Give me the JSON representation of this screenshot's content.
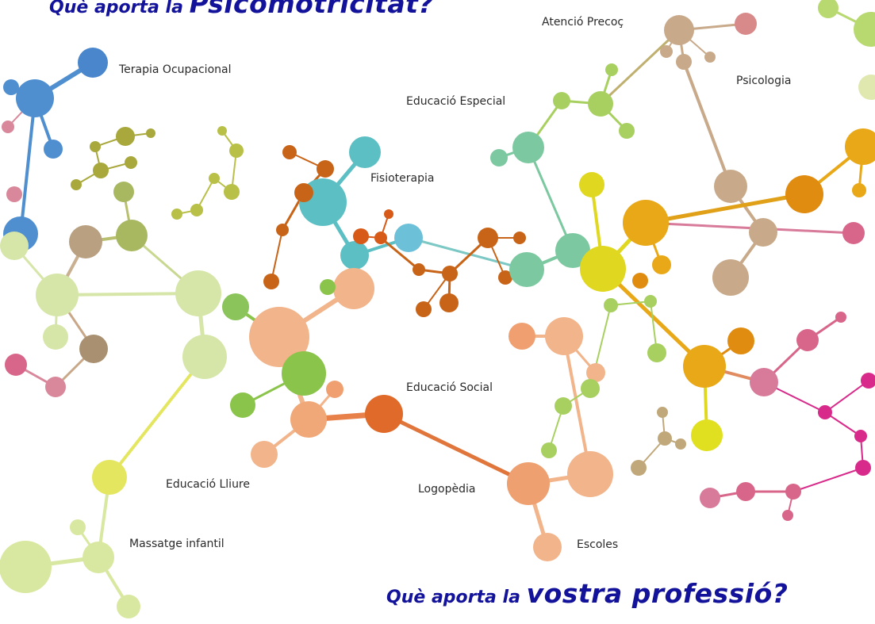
{
  "title_top": {
    "prefix": "Què aporta la ",
    "emphasis": "Psicomotricitat?"
  },
  "title_bottom": {
    "prefix": "Què aporta la ",
    "emphasis": "vostra professió?"
  },
  "professions": {
    "atencio_precoc": "Atenció Precoç",
    "terapia_ocupacional": "Terapia Ocupacional",
    "psicologia": "Psicologia",
    "educacio_especial": "Educació Especial",
    "fisioterapia": "Fisioterapia",
    "educacio_social": "Educació Social",
    "educacio_lliure": "Educació Lliure",
    "logopedia": "Logopèdia",
    "massatge_infantil": "Massatge infantil",
    "escoles": "Escoles"
  },
  "colors": {
    "heading": "#12129a",
    "label": "#2a2a2a",
    "blue": "#4f8fd0",
    "teal": "#5cbfc4",
    "peach": "#f2b48a",
    "orange_red": "#df6a2a",
    "rust": "#c86418",
    "olive": "#a8a83c",
    "lime": "#b8d870",
    "yellow": "#e8d818",
    "gold": "#e8a818",
    "taupe": "#c8aa8a",
    "pink": "#d8668a",
    "magenta": "#d82a8a",
    "green": "#8ac44a",
    "mint": "#7cc8a0"
  }
}
